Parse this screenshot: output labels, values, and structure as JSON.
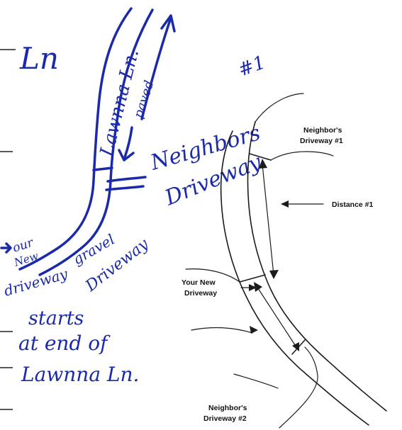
{
  "printed_labels": {
    "neighbor_driveway_1": [
      "Neighbor's",
      "Driveway #1"
    ],
    "distance_1": "Distance #1",
    "your_new_driveway": [
      "Your New",
      "Driveway"
    ],
    "neighbor_driveway_2": [
      "Neighbor's",
      "Driveway #2"
    ]
  },
  "handwritten": {
    "ln_heading": "Ln",
    "road_name": "Lawnna Ln.",
    "paved": "paved",
    "number_1": "#1",
    "neighbors_driveway": [
      "Neighbors",
      "Driveway"
    ],
    "our_new": [
      "our",
      "New"
    ],
    "driveway_gravel": "driveway",
    "gravel": "gravel",
    "gravel_driveway": "Driveway",
    "starts": [
      "starts",
      "at end of",
      "Lawnna Ln."
    ]
  },
  "colors": {
    "ink": "#1a2aa8",
    "print": "#1b1b1b",
    "paper": "#ffffff"
  }
}
